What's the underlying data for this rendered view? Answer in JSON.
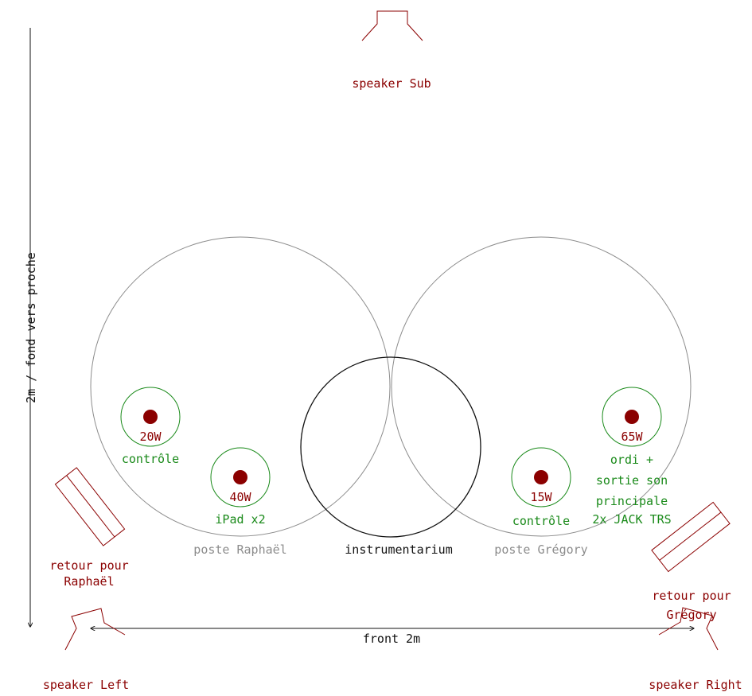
{
  "axes": {
    "vertical_label": "2m / fond vers proche",
    "horizontal_label": "front 2m"
  },
  "speakers": {
    "sub": "speaker Sub",
    "left": "speaker Left",
    "right": "speaker Right"
  },
  "monitors": {
    "raphael": [
      "retour pour",
      "Raphaël"
    ],
    "gregory": [
      "retour pour",
      "Grégory"
    ]
  },
  "zones": {
    "raphael": "poste Raphaël",
    "gregory": "poste Grégory",
    "center": "instrumentarium"
  },
  "outlets": [
    {
      "power": "20W",
      "label": [
        "contrôle"
      ]
    },
    {
      "power": "40W",
      "label": [
        "iPad x2"
      ]
    },
    {
      "power": "15W",
      "label": [
        "contrôle"
      ]
    },
    {
      "power": "65W",
      "label": [
        "ordi +",
        "sortie son",
        "principale",
        "2x JACK TRS"
      ]
    }
  ],
  "colors": {
    "speaker": "#8b0000",
    "outlet": "#1a8a1a",
    "zone": "#8c8c8c",
    "dot": "#8b0000"
  }
}
